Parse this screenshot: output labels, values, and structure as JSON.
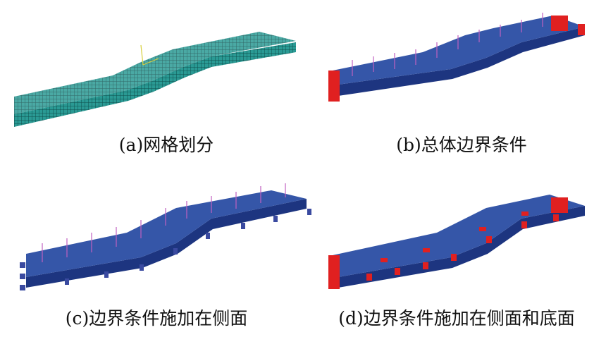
{
  "panels": [
    {
      "caption": "(a)网格划分"
    },
    {
      "caption": "(b)总体边界条件"
    },
    {
      "caption": "(c)边界条件施加在侧面"
    },
    {
      "caption": "(d)边界条件施加在侧面和底面"
    }
  ],
  "colors": {
    "mesh": "#2a9a94",
    "model": "#3556a8",
    "load_arrow": "#c060c0",
    "constraint": "#e02020",
    "axis": "#d8d040"
  }
}
